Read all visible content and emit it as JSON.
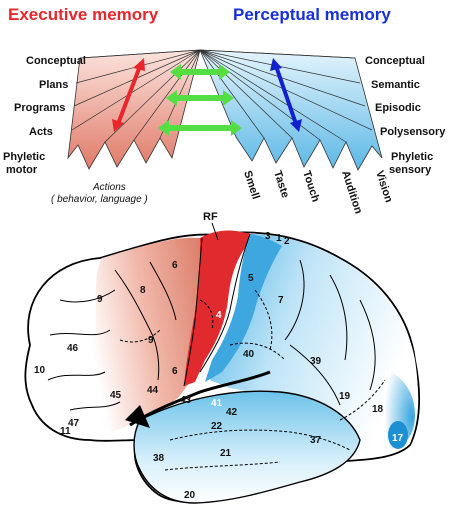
{
  "titles": {
    "executive": "Executive memory",
    "perceptual": "Perceptual memory",
    "executive_color": "#e8262c",
    "perceptual_color": "#1730d8"
  },
  "executive_levels": [
    "Conceptual",
    "Plans",
    "Programs",
    "Acts",
    "Phyletic",
    "motor"
  ],
  "perceptual_levels": [
    "Conceptual",
    "Semantic",
    "Episodic",
    "Polysensory",
    "Phyletic",
    "sensory"
  ],
  "actions_caption": [
    "Actions",
    "( behavior, language )"
  ],
  "sensory_modalities": [
    "Smell",
    "Taste",
    "Touch",
    "Audition",
    "Vision"
  ],
  "arrow_colors": {
    "executive": "#e8262c",
    "perceptual": "#1220d0",
    "link": "#55dd44"
  },
  "brain_labels": {
    "rf": "RF",
    "a3": "3",
    "a1": "1",
    "a2": "2",
    "a6a": "6",
    "a8": "8",
    "a9a": "9",
    "a5": "5",
    "a4": "4",
    "a7": "7",
    "a46": "46",
    "a9b": "9",
    "a10": "10",
    "a40": "40",
    "a39": "39",
    "a6b": "6",
    "a44": "44",
    "a45": "45",
    "a43": "43",
    "a41": "41",
    "a42": "42",
    "a19": "19",
    "a18": "18",
    "a47": "47",
    "a11": "11",
    "a22": "22",
    "a37": "37",
    "a17": "17",
    "a38": "38",
    "a21": "21",
    "a20": "20"
  }
}
